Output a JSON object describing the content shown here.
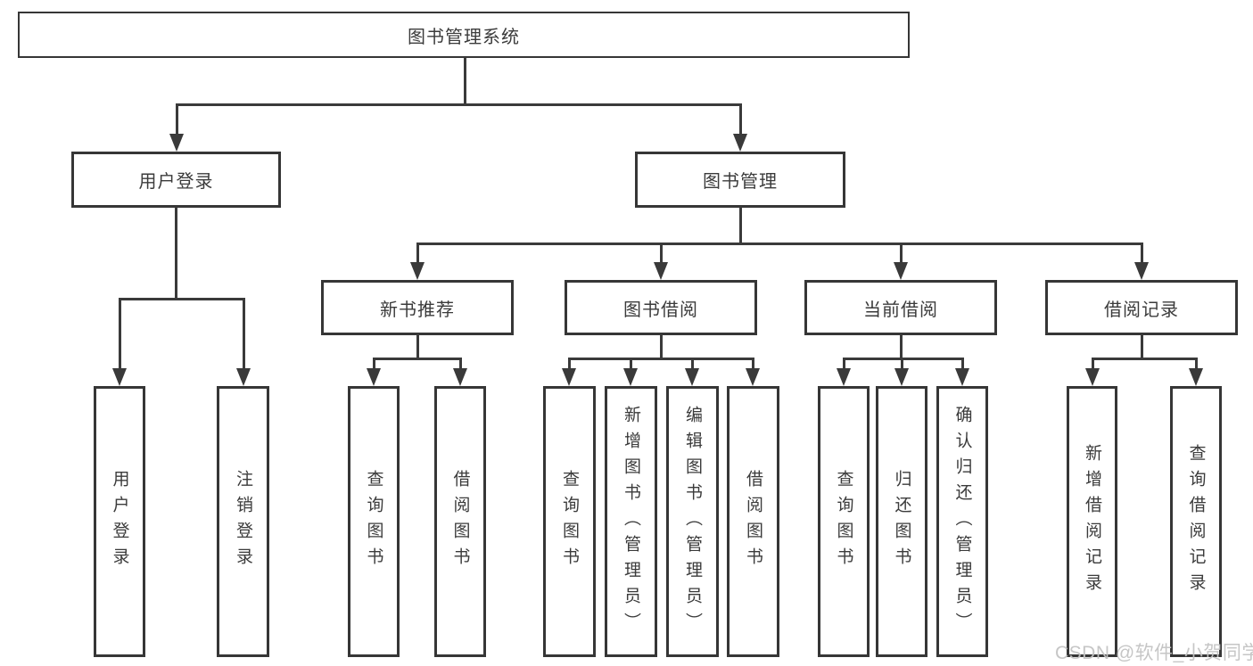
{
  "diagram": {
    "root": {
      "label": "图书管理系统"
    },
    "level2": [
      {
        "label": "用户登录"
      },
      {
        "label": "图书管理"
      }
    ],
    "level3": [
      {
        "label": "新书推荐"
      },
      {
        "label": "图书借阅"
      },
      {
        "label": "当前借阅"
      },
      {
        "label": "借阅记录"
      }
    ],
    "leaves": {
      "user_login": [
        {
          "label": "用户登录"
        },
        {
          "label": "注销登录"
        }
      ],
      "new_book_recommend": [
        {
          "label": "查询图书"
        },
        {
          "label": "借阅图书"
        }
      ],
      "book_borrow": [
        {
          "label": "查询图书"
        },
        {
          "label": "新增图书（管理员）"
        },
        {
          "label": "编辑图书（管理员）"
        },
        {
          "label": "借阅图书"
        }
      ],
      "current_borrow": [
        {
          "label": "查询图书"
        },
        {
          "label": "归还图书"
        },
        {
          "label": "确认归还（管理员）"
        }
      ],
      "borrow_records": [
        {
          "label": "新增借阅记录"
        },
        {
          "label": "查询借阅记录"
        }
      ]
    }
  },
  "watermark": {
    "text": "CSDN @软件_小贺同学"
  },
  "colors": {
    "line": "#3a3a3a",
    "box_border": "#363636",
    "text": "#3b3b3b",
    "watermark": "#c3c3c3",
    "background": "#ffffff"
  }
}
